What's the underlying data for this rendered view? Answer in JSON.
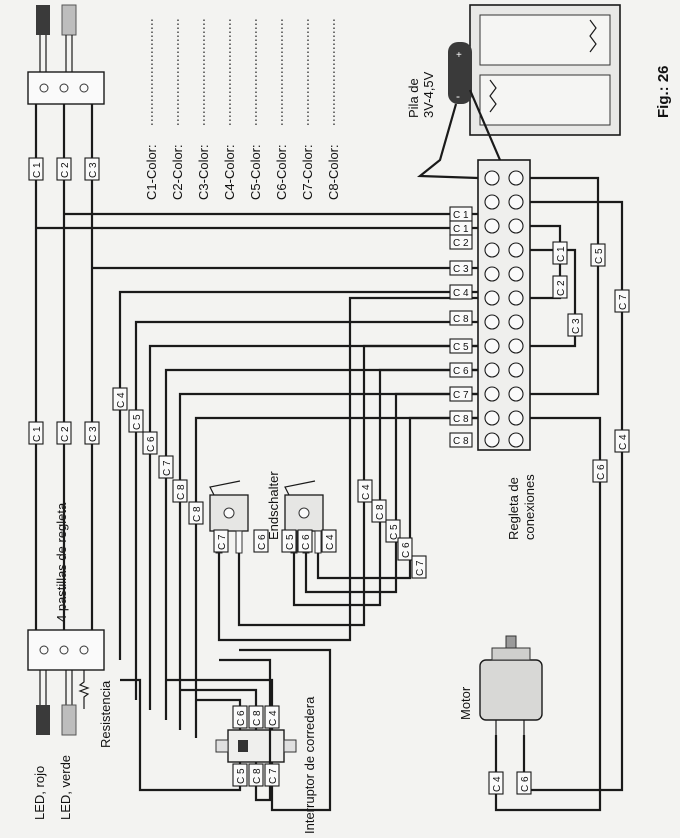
{
  "figure_label": "Fig.: 26",
  "labels": {
    "battery": "Pila de",
    "battery_v": "3V-4,5V",
    "terminal_block": "Regleta de",
    "terminal_block2": "conexiones",
    "block4": "4 pastillas de regleta",
    "resistor": "Resistencia",
    "led_red": "LED, rojo",
    "led_green": "LED, verde",
    "limit_switch": "Endschalter",
    "slide_switch": "Interruptor de corredera",
    "motor": "Motor"
  },
  "color_lines": [
    "C1-Color:",
    "C2-Color:",
    "C3-Color:",
    "C4-Color:",
    "C5-Color:",
    "C6-Color:",
    "C7-Color:",
    "C8-Color:"
  ],
  "wire_tags": {
    "C1": "C 1",
    "C2": "C 2",
    "C3": "C 3",
    "C4": "C 4",
    "C5": "C 5",
    "C6": "C 6",
    "C7": "C 7",
    "C8": "C 8"
  },
  "polarity": {
    "plus": "+",
    "minus": "-"
  }
}
